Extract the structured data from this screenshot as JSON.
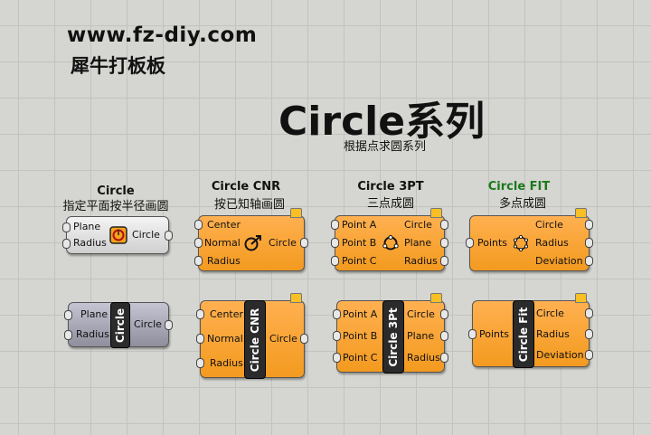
{
  "header": {
    "site": "www.fz-diy.com",
    "site_sub": "犀牛打板板",
    "title": "Circle系列",
    "subtitle": "根据点求圆系列"
  },
  "columns": [
    {
      "name": "Circle",
      "desc": "指定平面按半径画圆"
    },
    {
      "name": "Circle CNR",
      "desc": "按已知轴画圆"
    },
    {
      "name": "Circle 3PT",
      "desc": "三点成圆"
    },
    {
      "name": "Circle FIT",
      "desc": "多点成圆"
    }
  ],
  "colors": {
    "fit_title": "#1a7a1a",
    "orange": "#f6a034",
    "grey": "#d9d9d9",
    "grey_dark": "#9a9aa6"
  },
  "comp_circle_icon": {
    "inputs": [
      "Plane",
      "Radius"
    ],
    "outputs": [
      "Circle"
    ],
    "icon": "circle-icon"
  },
  "comp_cnr_icon": {
    "inputs": [
      "Center",
      "Normal",
      "Radius"
    ],
    "outputs": [
      "Circle"
    ],
    "icon": "circle-cnr-icon"
  },
  "comp_3pt_icon": {
    "inputs": [
      "Point A",
      "Point B",
      "Point C"
    ],
    "outputs": [
      "Circle",
      "Plane",
      "Radius"
    ],
    "icon": "circle-3pt-icon"
  },
  "comp_fit_icon": {
    "inputs": [
      "Points"
    ],
    "outputs": [
      "Circle",
      "Radius",
      "Deviation"
    ],
    "icon": "circle-fit-icon"
  },
  "comp_circle_text": {
    "inputs": [
      "Plane",
      "Radius"
    ],
    "outputs": [
      "Circle"
    ],
    "label": "Circle"
  },
  "comp_cnr_text": {
    "inputs": [
      "Center",
      "Normal",
      "Radius"
    ],
    "outputs": [
      "Circle"
    ],
    "label": "Circle CNR"
  },
  "comp_3pt_text": {
    "inputs": [
      "Point A",
      "Point B",
      "Point C"
    ],
    "outputs": [
      "Circle",
      "Plane",
      "Radius"
    ],
    "label": "Circle 3Pt"
  },
  "comp_fit_text": {
    "inputs": [
      "Points"
    ],
    "outputs": [
      "Circle",
      "Radius",
      "Deviation"
    ],
    "label": "Circle Fit"
  }
}
